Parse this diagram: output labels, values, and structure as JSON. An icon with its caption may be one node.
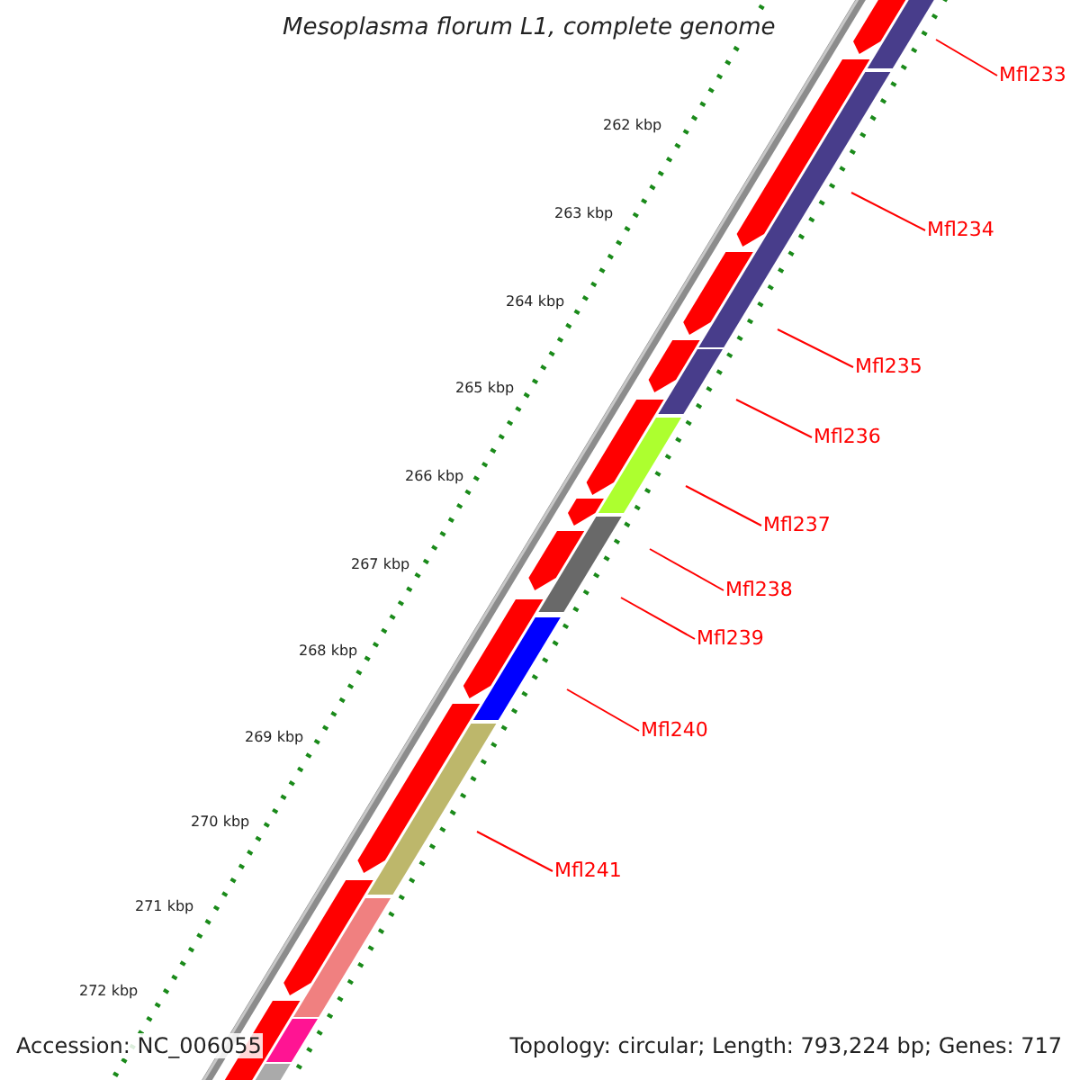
{
  "diagram": {
    "title": "Mesoplasma florum L1, complete genome",
    "nodes": [
      {
        "text": [
          "Mfl233"
        ]
      },
      {
        "text": [
          "Mfl234"
        ]
      },
      {
        "text": [
          "Mfl235"
        ]
      },
      {
        "text": [
          "Mfl236"
        ]
      },
      {
        "text": [
          "Mfl237"
        ]
      },
      {
        "text": [
          "Mfl238"
        ]
      },
      {
        "text": [
          "Mfl239"
        ]
      },
      {
        "text": [
          "Mfl240"
        ]
      },
      {
        "text": [
          "Mfl241"
        ]
      }
    ],
    "edges": [
      {
        "from": 0,
        "to": null,
        "arrow": "none"
      },
      {
        "from": 1,
        "to": null,
        "arrow": "none"
      },
      {
        "from": 2,
        "to": null,
        "arrow": "none"
      },
      {
        "from": 3,
        "to": null,
        "arrow": "none"
      },
      {
        "from": 4,
        "to": null,
        "arrow": "none"
      },
      {
        "from": 5,
        "to": null,
        "arrow": "none"
      },
      {
        "from": 6,
        "to": null,
        "arrow": "none"
      },
      {
        "from": 7,
        "to": null,
        "arrow": "none"
      },
      {
        "from": 8,
        "to": null,
        "arrow": "none"
      }
    ],
    "labels": [
      "262 kbp",
      "263 kbp",
      "264 kbp",
      "265 kbp",
      "266 kbp",
      "267 kbp",
      "268 kbp",
      "269 kbp",
      "270 kbp",
      "271 kbp",
      "272 kbp",
      "Accession: NC_006055",
      "Topology: circular; Length: 793,224 bp; Genes: 717"
    ]
  }
}
